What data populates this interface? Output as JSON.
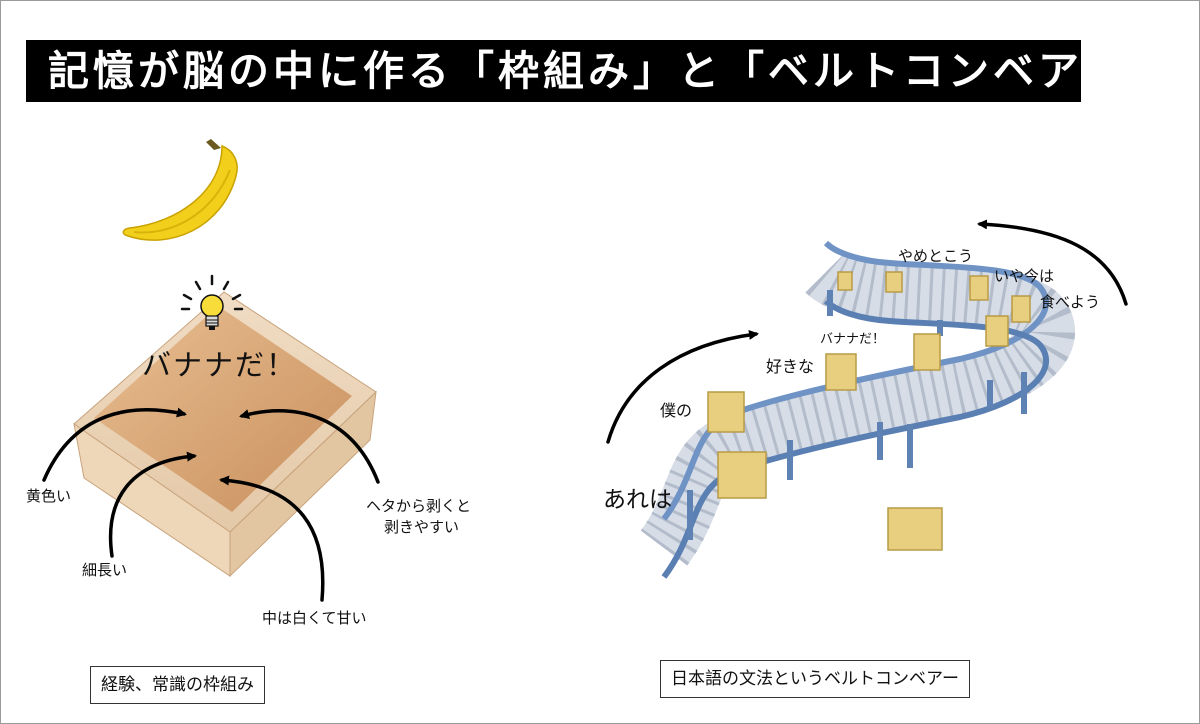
{
  "title": "記憶が脳の中に作る「枠組み」と「ベルトコンベアー」",
  "left": {
    "exclamation": "バナナだ！",
    "labels": {
      "yellow": "黄色い",
      "long": "細長い",
      "peel_1": "ヘタから剥くと",
      "peel_2": "剥きやすい",
      "inside": "中は白くて甘い"
    },
    "caption": "経験、常識の枠組み",
    "icons": [
      "banana-icon",
      "lightbulb-icon"
    ]
  },
  "right": {
    "words": {
      "are_wa": "あれは",
      "boku_no": "僕の",
      "suki_na": "好きな",
      "banana_da": "バナナだ！",
      "yamete_okou": "やめとこう",
      "iya_ima_wa": "いや今は",
      "tabeyou": "食べよう"
    },
    "caption": "日本語の文法というベルトコンベアー"
  },
  "colors": {
    "title_bg": "#000000",
    "title_text": "#ffffff",
    "banana": "#f2cf1a",
    "box_wood": "#d9a77a",
    "conveyor": "#6f93c4",
    "package": "#e8cf7f"
  }
}
